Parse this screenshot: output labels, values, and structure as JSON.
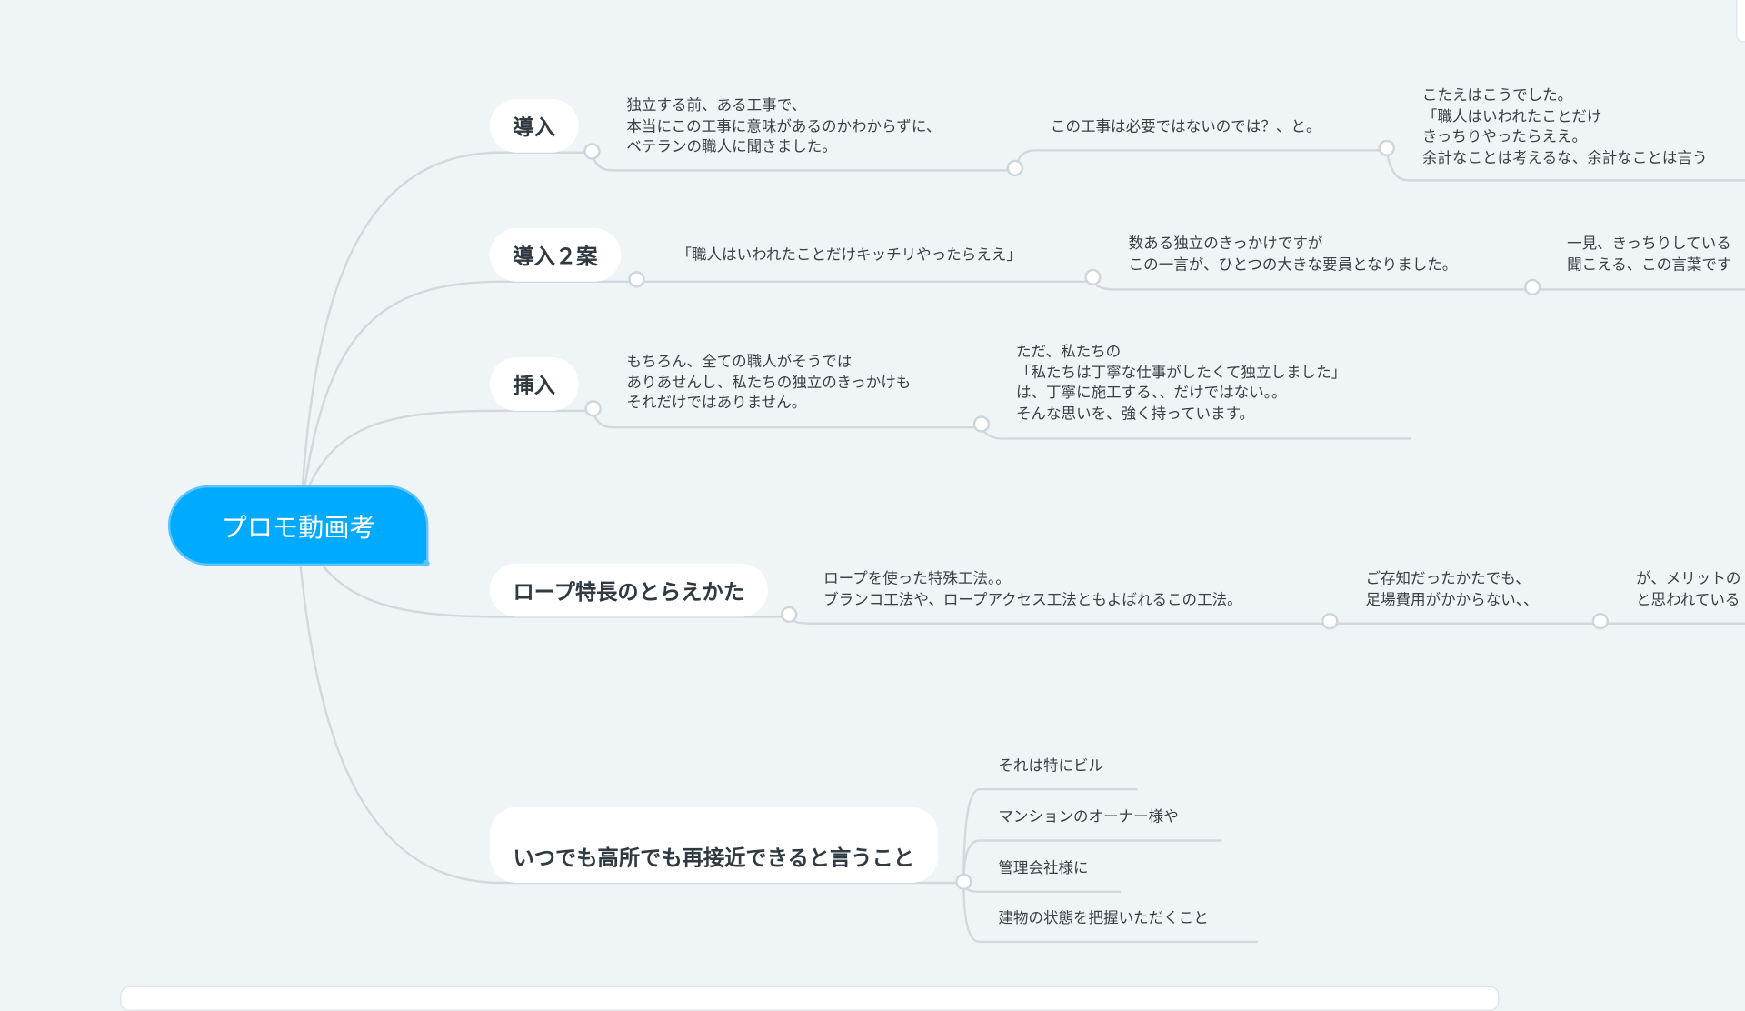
{
  "root": {
    "label": "プロモ動画考",
    "color": "#00aaff"
  },
  "branches": [
    {
      "label": "導入",
      "children": [
        "独立する前、ある工事で、\n本当にこの工事に意味があるのかわからずに、\nベテランの職人に聞きました。",
        "この工事は必要ではないのでは？、と。",
        "こたえはこうでした。\n「職人はいわれたことだけ\nきっちりやったらええ。\n余計なことは考えるな、余計なことは言う"
      ]
    },
    {
      "label": "導入２案",
      "children": [
        "「職人はいわれたことだけキッチリやったらええ」",
        "数ある独立のきっかけですが\nこの一言が、ひとつの大きな要員となりました。",
        "一見、きっちりしている\n聞こえる、この言葉です"
      ]
    },
    {
      "label": "挿入",
      "children": [
        "もちろん、全ての職人がそうでは\nありあせんし、私たちの独立のきっかけも\nそれだけではありません。",
        "ただ、私たちの\n「私たちは丁寧な仕事がしたくて独立しました」\nは、丁寧に施工する、、だけではない。。\nそんな思いを、強く持っています。"
      ]
    },
    {
      "label": "ロープ特長のとらえかた",
      "children": [
        "ロープを使った特殊工法。。\nブランコ工法や、ロープアクセス工法ともよばれるこの工法。",
        "ご存知だったかたでも、\n足場費用がかからない、、",
        "が、メリットの\nと思われている"
      ]
    },
    {
      "label": "いつでも高所でも再接近できると言うこと",
      "children": [
        "それは特にビル",
        "マンションのオーナー様や",
        "管理会社様に",
        "建物の状態を把握いただくこと"
      ]
    }
  ]
}
